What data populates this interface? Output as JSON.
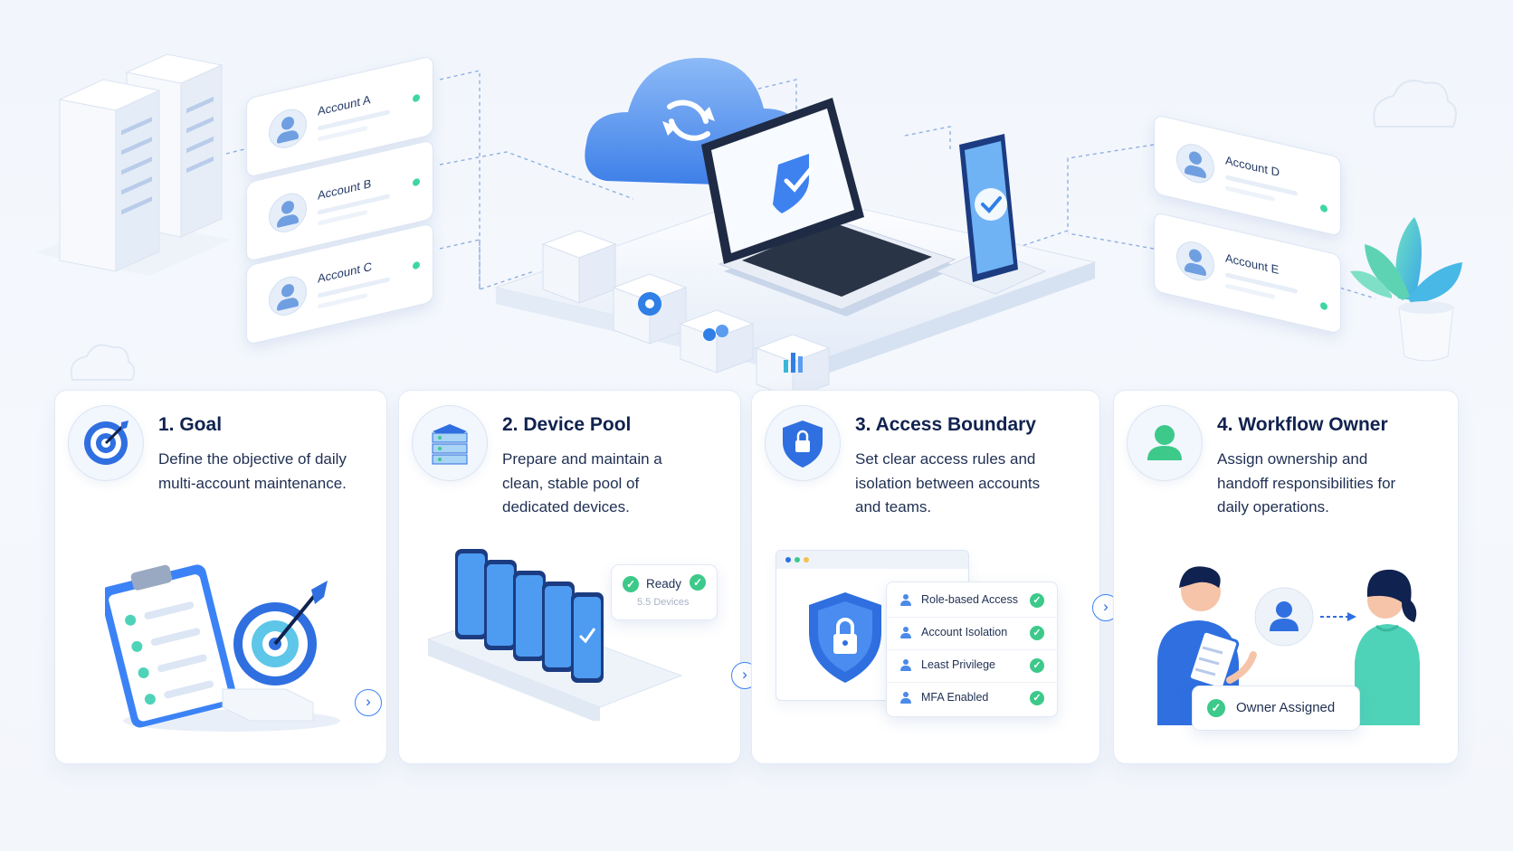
{
  "accounts_left": [
    "Account A",
    "Account B",
    "Account C"
  ],
  "accounts_right": [
    "Account D",
    "Account E"
  ],
  "steps": [
    {
      "title": "1. Goal",
      "description": "Define the objective of daily multi-account maintenance.",
      "icon": "target-icon"
    },
    {
      "title": "2. Device Pool",
      "description": "Prepare and maintain a clean, stable pool of dedicated devices.",
      "icon": "device-stack-icon"
    },
    {
      "title": "3. Access Boundary",
      "description": "Set clear access rules and isolation between accounts and teams.",
      "icon": "shield-lock-icon"
    },
    {
      "title": "4. Workflow Owner",
      "description": "Assign ownership and handoff responsibilities for daily operations.",
      "icon": "user-icon"
    }
  ],
  "device_pool_badge": {
    "status": "Ready",
    "count": "5.5 Devices"
  },
  "access_list": [
    "Role-based Access",
    "Account Isolation",
    "Least Privilege",
    "MFA Enabled"
  ],
  "owner_badge": "Owner Assigned",
  "colors": {
    "primary": "#2f6fe0",
    "accent_green": "#3cc98a",
    "navy": "#10224f",
    "teal": "#4fd3b8"
  }
}
